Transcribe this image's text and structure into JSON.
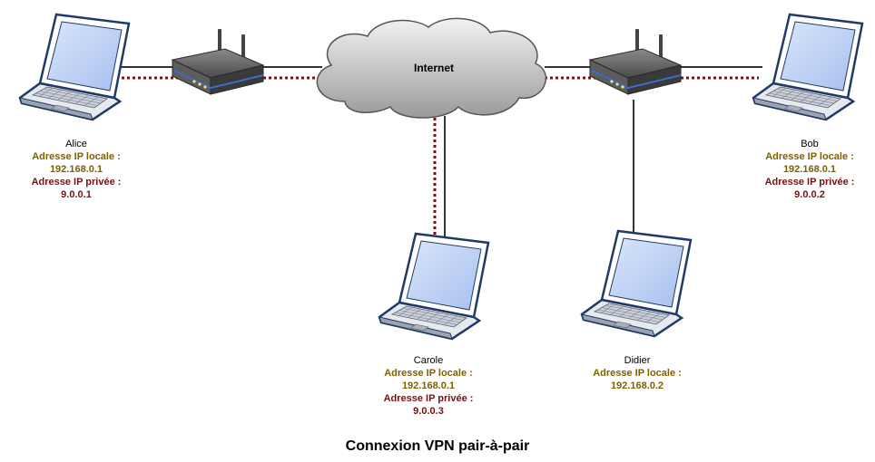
{
  "cloud_label": "Internet",
  "caption": "Connexion VPN pair-à-pair",
  "colors": {
    "local_ip": "#7f6000",
    "private_ip": "#7a1010",
    "vpn_link": "#7a1010",
    "physical_link": "#333333"
  },
  "nodes": {
    "alice": {
      "name": "Alice",
      "local_label": "Adresse IP locale :",
      "local_ip": "192.168.0.1",
      "private_label": "Adresse IP privée :",
      "private_ip": "9.0.0.1"
    },
    "bob": {
      "name": "Bob",
      "local_label": "Adresse IP locale :",
      "local_ip": "192.168.0.1",
      "private_label": "Adresse IP privée :",
      "private_ip": "9.0.0.2"
    },
    "carole": {
      "name": "Carole",
      "local_label": "Adresse IP locale :",
      "local_ip": "192.168.0.1",
      "private_label": "Adresse IP privée :",
      "private_ip": "9.0.0.3"
    },
    "didier": {
      "name": "Didier",
      "local_label": "Adresse IP locale :",
      "local_ip": "192.168.0.2"
    }
  }
}
